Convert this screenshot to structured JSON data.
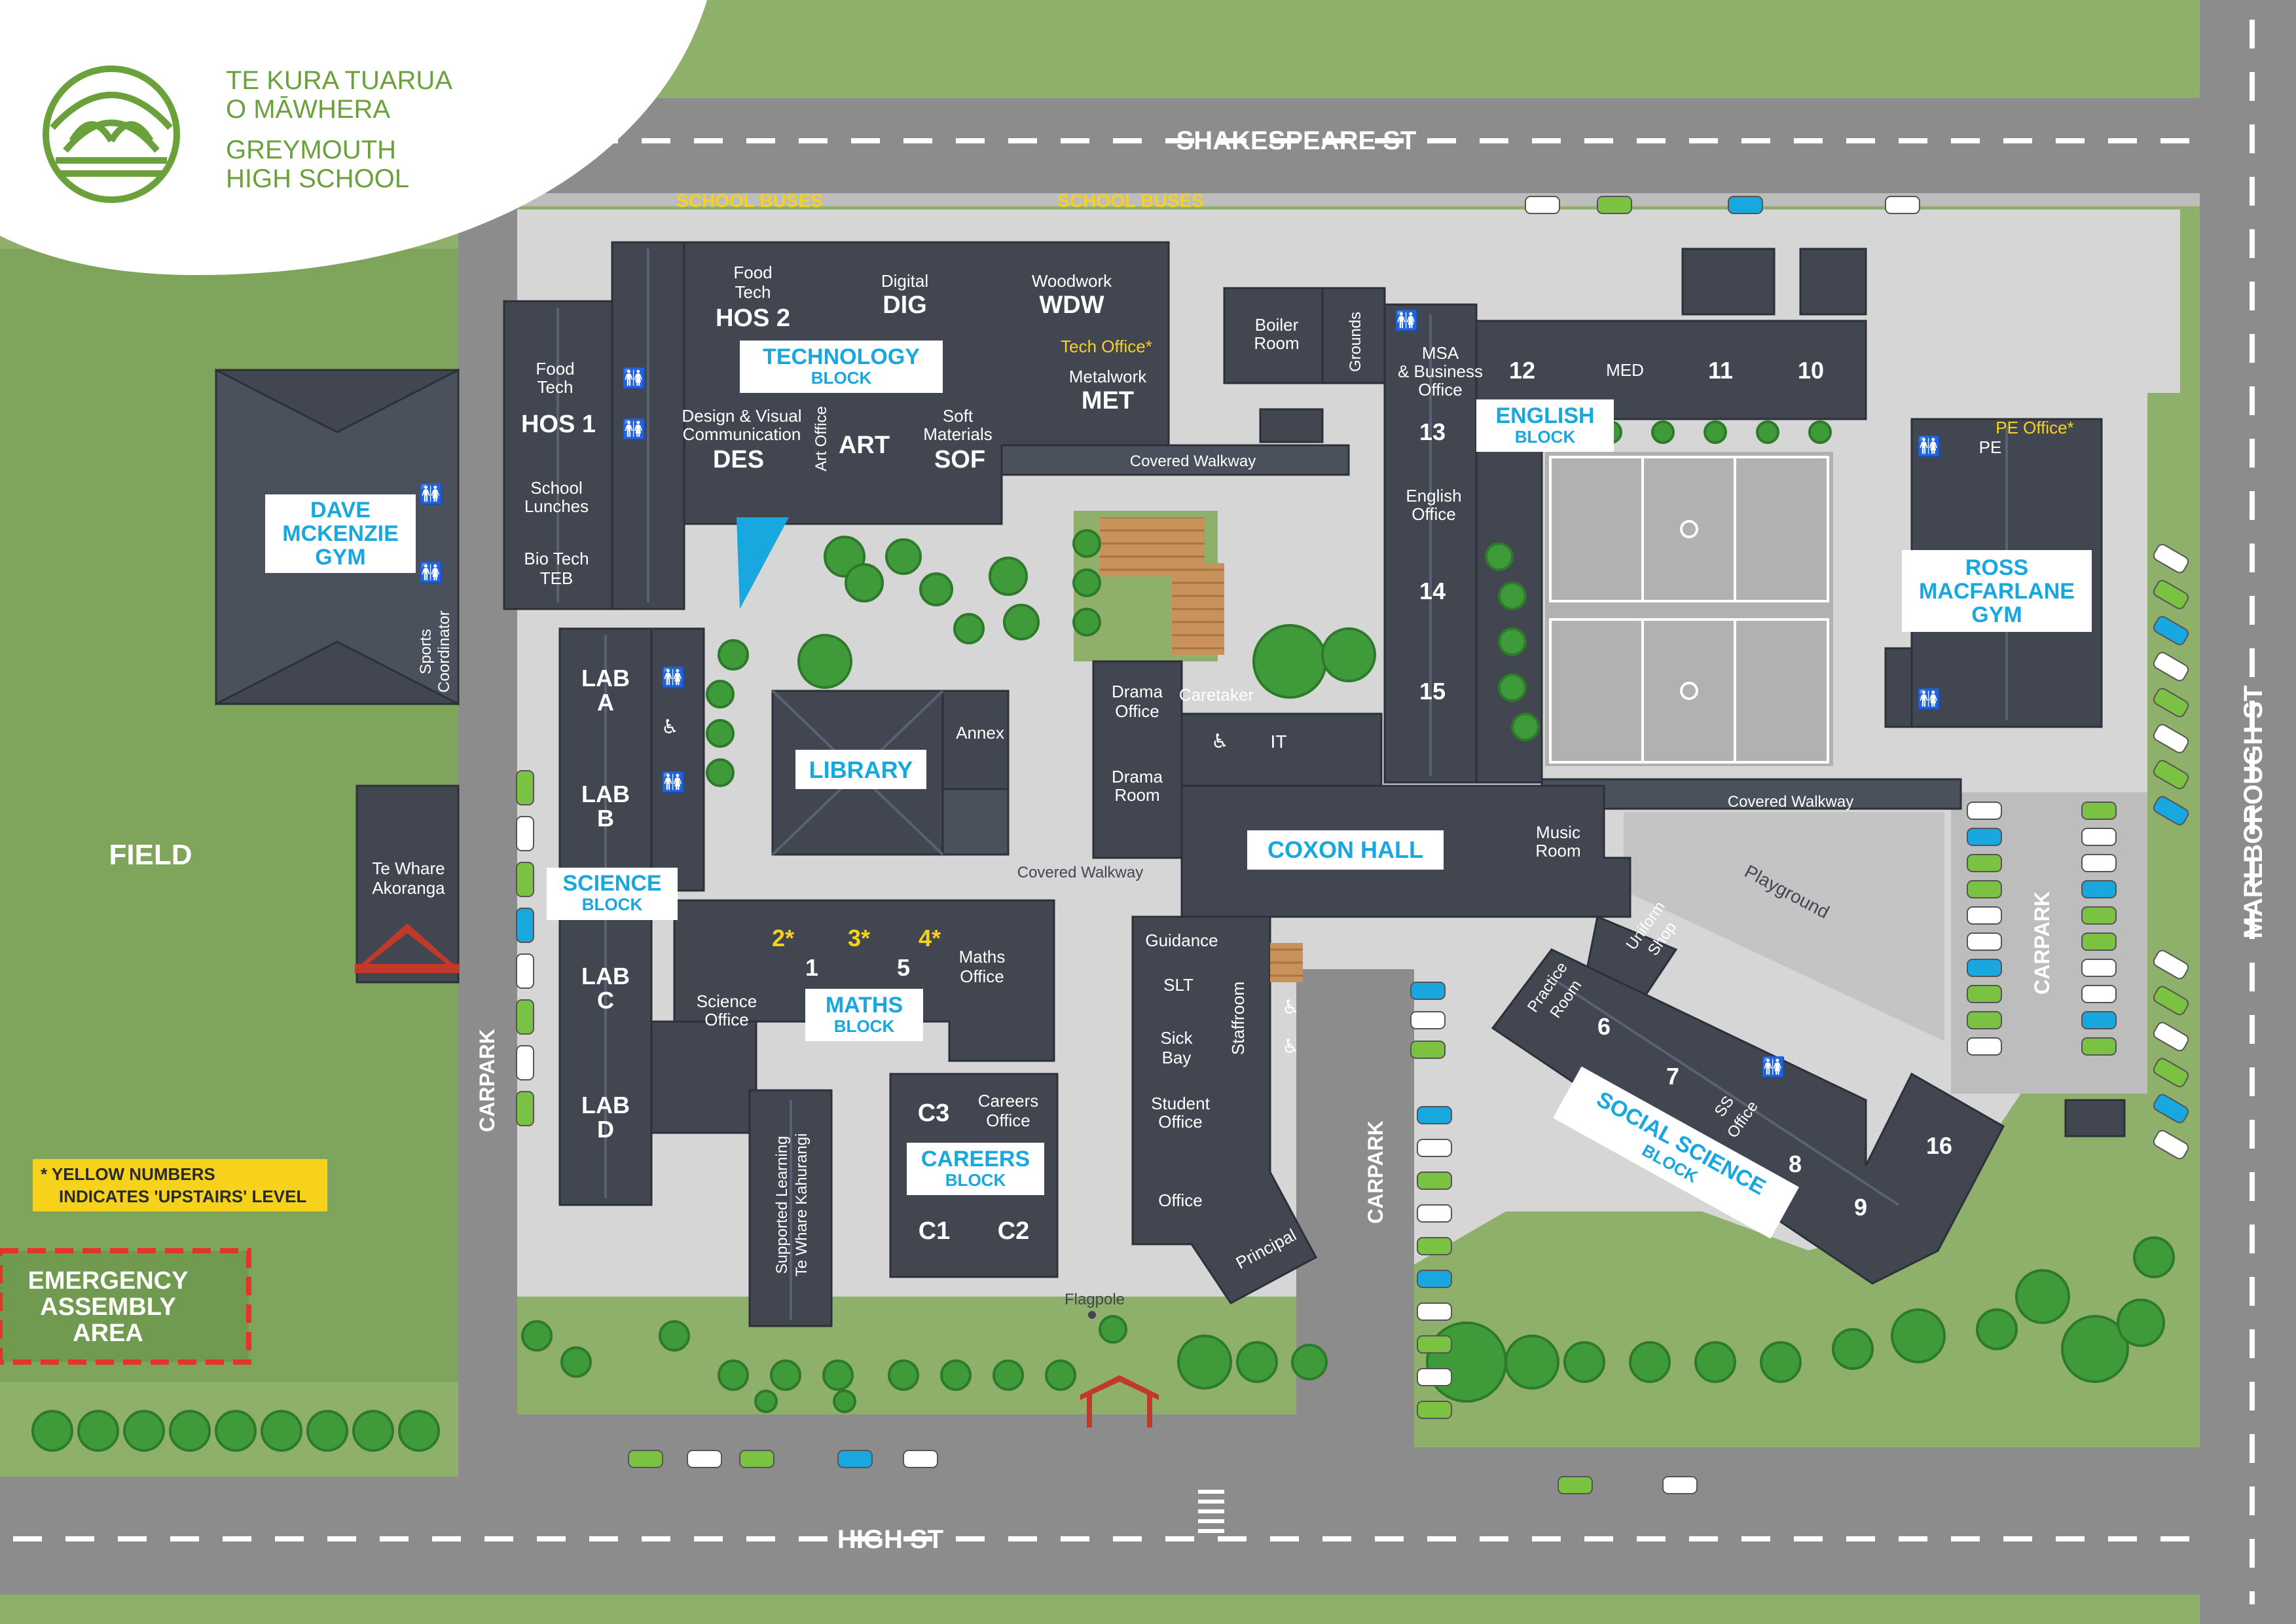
{
  "school": {
    "line1": "TE KURA TUARUA",
    "line2": "O MĀWHERA",
    "line3": "GREYMOUTH",
    "line4": "HIGH SCHOOL"
  },
  "streets": {
    "north": "SHAKESPEARE ST",
    "south": "HIGH ST",
    "east": "MARLBOROUGH ST"
  },
  "bus_labels": [
    "SCHOOL BUSES",
    "SCHOOL BUSES"
  ],
  "areas": {
    "field": "FIELD",
    "emergency": [
      "EMERGENCY",
      "ASSEMBLY",
      "AREA"
    ],
    "carpark": "CARPARK",
    "playground": "Playground",
    "covered_walkway": "Covered Walkway",
    "flagpole": "Flagpole"
  },
  "legend": {
    "line1": "* YELLOW NUMBERS",
    "line2": "INDICATES 'UPSTAIRS' LEVEL"
  },
  "blocks": {
    "dave": [
      "DAVE",
      "MCKENZIE",
      "GYM"
    ],
    "technology": [
      "TECHNOLOGY",
      "BLOCK"
    ],
    "library": "LIBRARY",
    "science": [
      "SCIENCE",
      "BLOCK"
    ],
    "maths": [
      "MATHS",
      "BLOCK"
    ],
    "careers": [
      "CAREERS",
      "BLOCK"
    ],
    "coxon": "COXON HALL",
    "english": [
      "ENGLISH",
      "BLOCK"
    ],
    "ross": [
      "ROSS",
      "MACFARLANE",
      "GYM"
    ],
    "social": [
      "SOCIAL SCIENCE",
      "BLOCK"
    ]
  },
  "rooms": {
    "food_tech_a": [
      "Food",
      "Tech"
    ],
    "hos2": "HOS 2",
    "digital": "Digital",
    "dig": "DIG",
    "woodwork": "Woodwork",
    "wdw": "WDW",
    "tech_office": "Tech Office*",
    "metalwork": "Metalwork",
    "met": "MET",
    "design": [
      "Design & Visual",
      "Communication"
    ],
    "des": "DES",
    "art_office": "Art Office",
    "art": "ART",
    "soft": [
      "Soft",
      "Materials"
    ],
    "sof": "SOF",
    "food_tech_b": [
      "Food",
      "Tech"
    ],
    "hos1": "HOS 1",
    "lunches": [
      "School",
      "Lunches"
    ],
    "biotech": [
      "Bio Tech",
      "TEB"
    ],
    "sports": [
      "Sports",
      "Coordinator"
    ],
    "lab_a": [
      "LAB",
      "A"
    ],
    "lab_b": [
      "LAB",
      "B"
    ],
    "lab_c": [
      "LAB",
      "C"
    ],
    "lab_d": [
      "LAB",
      "D"
    ],
    "te_whare_akoranga": [
      "Te Whare",
      "Akoranga"
    ],
    "annex": "Annex",
    "maths_up": [
      "2*",
      "3*",
      "4*"
    ],
    "maths_ground": [
      "1",
      "5"
    ],
    "maths_office": [
      "Maths",
      "Office"
    ],
    "science_office": [
      "Science",
      "Office"
    ],
    "supported": [
      "Supported Learning",
      "Te Whare Kahurangi"
    ],
    "c3": "C3",
    "careers_office": [
      "Careers",
      "Office"
    ],
    "c1": "C1",
    "c2": "C2",
    "boiler": [
      "Boiler",
      "Room"
    ],
    "grounds": "Grounds",
    "msa": [
      "MSA",
      "& Business",
      "Office"
    ],
    "drama_office": [
      "Drama",
      "Office"
    ],
    "drama_room": [
      "Drama",
      "Room"
    ],
    "caretaker": "Caretaker",
    "it": "IT",
    "music": [
      "Music",
      "Room"
    ],
    "guidance": "Guidance",
    "slt": "SLT",
    "sick_bay": [
      "Sick",
      "Bay"
    ],
    "student_office": [
      "Student",
      "Office"
    ],
    "office": "Office",
    "principal": "Principal",
    "staffroom": "Staffroom",
    "english_rooms": [
      "12",
      "MED",
      "11",
      "10",
      "13",
      "14",
      "15"
    ],
    "english_office": [
      "English",
      "Office"
    ],
    "pe_office": "PE Office*",
    "pe": "PE",
    "uniform": [
      "Uniform",
      "Shop"
    ],
    "practice": [
      "Practice",
      "Room"
    ],
    "social_rooms": [
      "6",
      "7",
      "8",
      "9",
      "16"
    ],
    "ss_office": [
      "SS",
      "Office"
    ]
  },
  "colors": {
    "grass": "#8fb06a",
    "road": "#8c8c8c",
    "paving": "#d6d6d6",
    "building": "#414651",
    "label_blue": "#19a7e0",
    "upstairs_yellow": "#f6d21d",
    "emergency_red": "#e5332a"
  },
  "icons": [
    "toilet-icon",
    "accessible-icon",
    "tree-icon",
    "car-icon",
    "gateway-icon"
  ]
}
